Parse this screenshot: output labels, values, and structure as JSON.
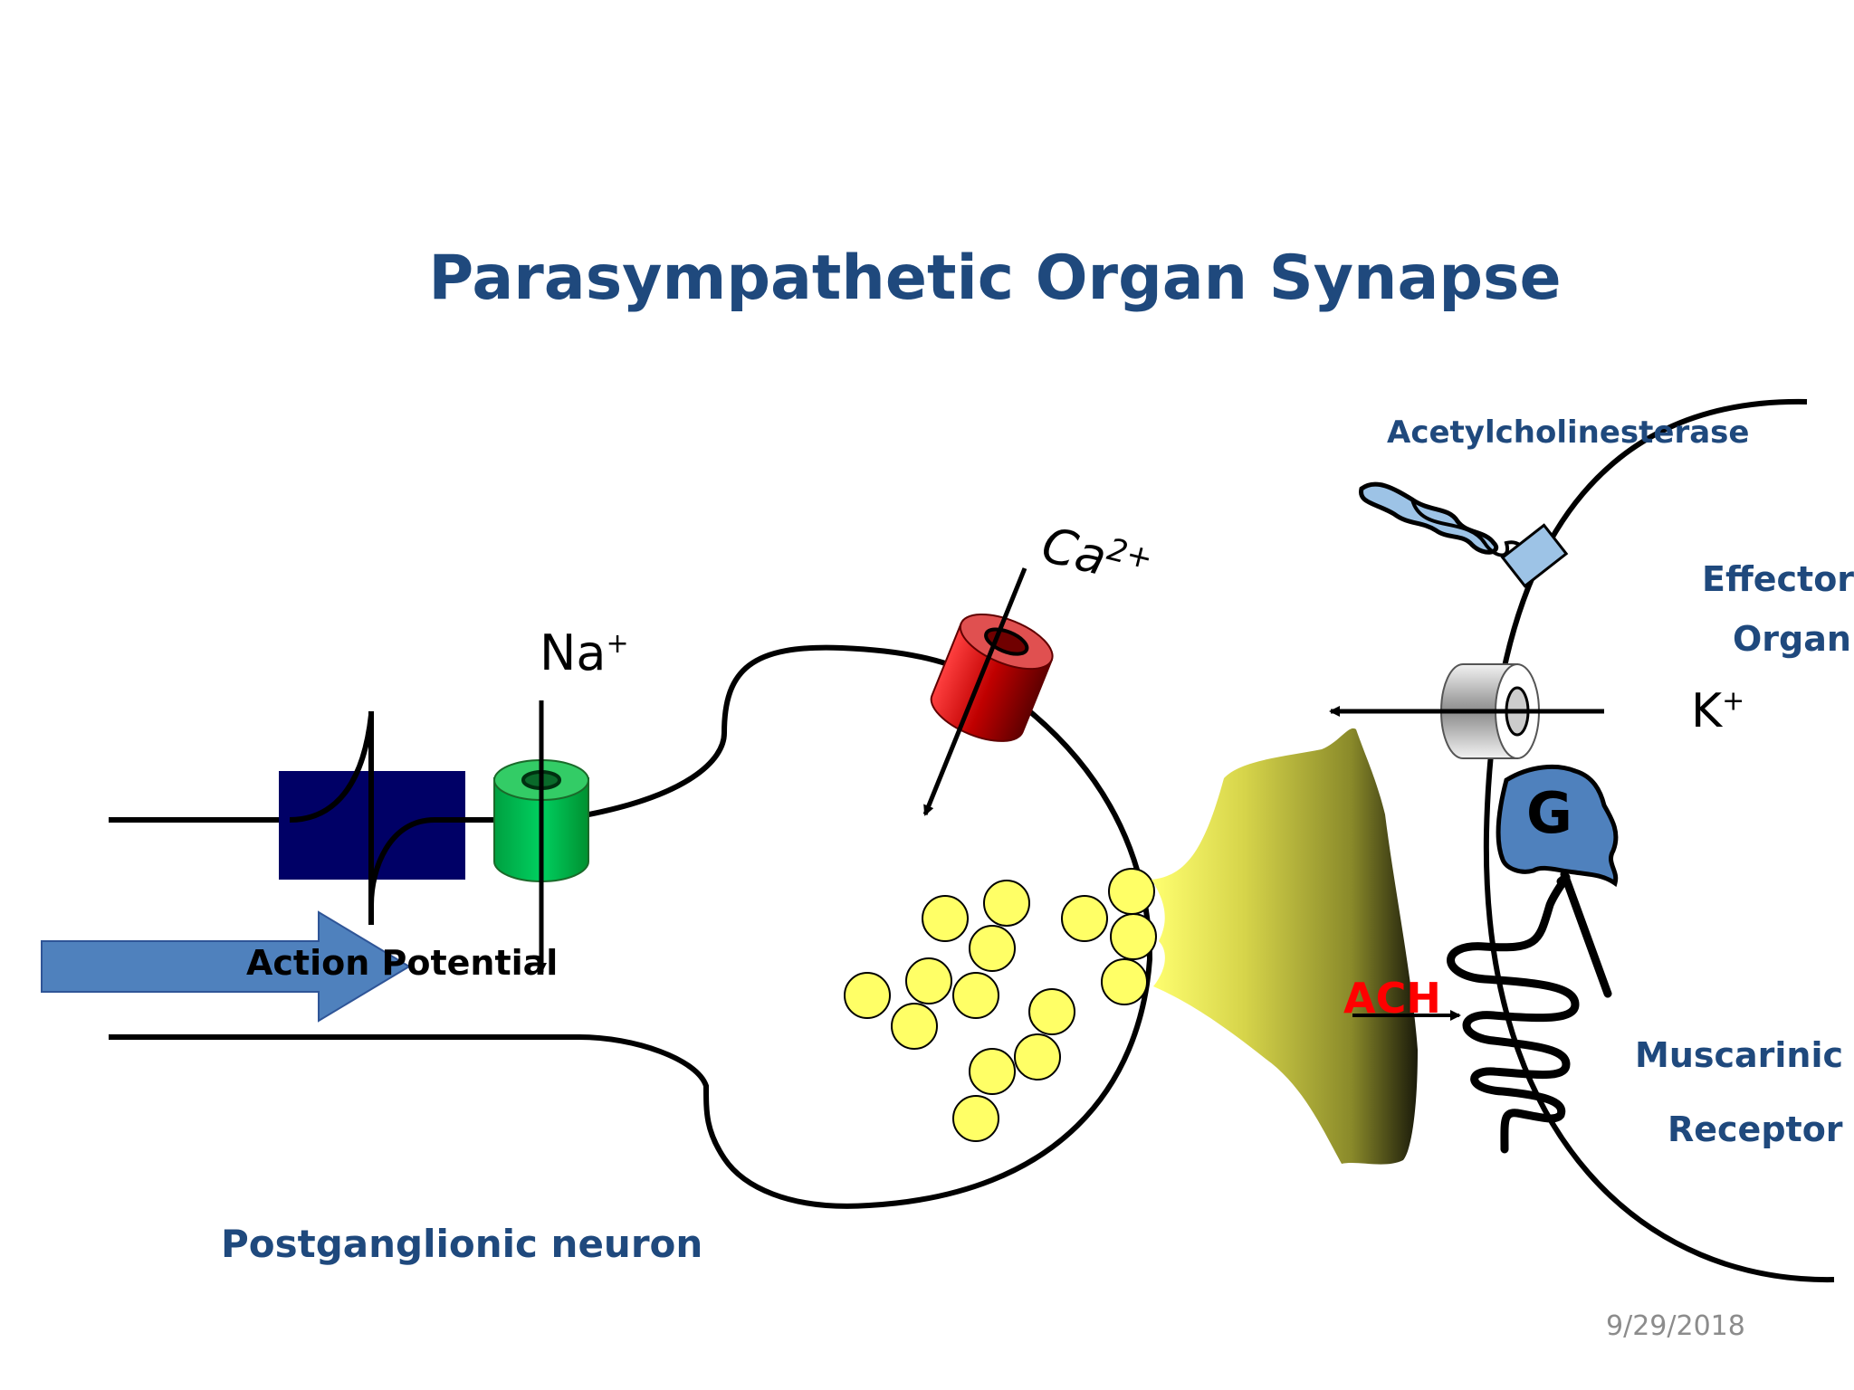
{
  "title": "Parasympathetic Organ Synapse",
  "labels": {
    "action_potential": "Action Potential",
    "na": "Na",
    "na_sup": "+",
    "ca": "Ca",
    "ca_sup": "2+",
    "k": "K",
    "k_sup": "+",
    "acetylcholinesterase": "Acetylcholinesterase",
    "effector_line1": "Effector",
    "effector_line2": "Organ",
    "g_protein": "G",
    "ach": "ACH",
    "muscarinic_line1": "Muscarinic",
    "muscarinic_line2": "Receptor",
    "postganglionic": "Postganglionic neuron"
  },
  "date": "9/29/2018",
  "colors": {
    "title": "#1f497d",
    "arrow": "#4f81bd",
    "block": "#000066",
    "na_channel": "#00b050",
    "ca_channel": "#c00000",
    "vesicle": "#ffff66",
    "ach": "#ff0000",
    "g_protein": "#4f81bd",
    "esterase": "#9dc3e6"
  }
}
